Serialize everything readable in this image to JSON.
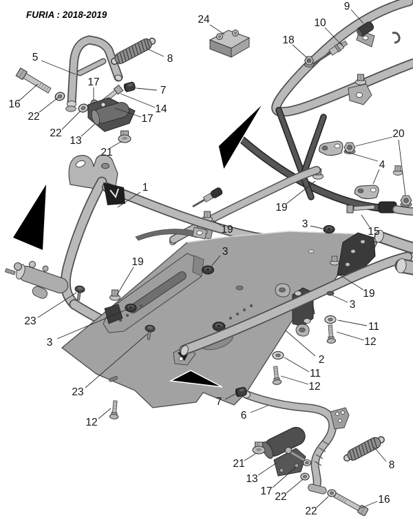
{
  "title": "FURIA : 2018-2019",
  "figure": {
    "type": "exploded-parts-diagram",
    "subject": "scooter frame and floor panel assembly",
    "visible_part_numbers": [
      "1",
      "2",
      "3",
      "4",
      "5",
      "6",
      "7",
      "8",
      "9",
      "10",
      "11",
      "12",
      "13",
      "14",
      "15",
      "16",
      "17",
      "18",
      "19",
      "20",
      "21",
      "22",
      "23",
      "24"
    ],
    "colors": {
      "background": "#ffffff",
      "metal_light": "#b9b9b9",
      "metal_mid": "#9f9f9f",
      "metal_dark": "#4a4a4a",
      "rubber_black": "#3d3d3d",
      "arrow_black": "#000000",
      "label_text": "#141414"
    },
    "callouts": [
      {
        "part": "5"
      },
      {
        "part": "16"
      },
      {
        "part": "22"
      },
      {
        "part": "17"
      },
      {
        "part": "22"
      },
      {
        "part": "13"
      },
      {
        "part": "7"
      },
      {
        "part": "14"
      },
      {
        "part": "17"
      },
      {
        "part": "21"
      },
      {
        "part": "8"
      },
      {
        "part": "24"
      },
      {
        "part": "9"
      },
      {
        "part": "10"
      },
      {
        "part": "18"
      },
      {
        "part": "20"
      },
      {
        "part": "4"
      },
      {
        "part": "19"
      },
      {
        "part": "15"
      },
      {
        "part": "3"
      },
      {
        "part": "19"
      },
      {
        "part": "1"
      },
      {
        "part": "19"
      },
      {
        "part": "3"
      },
      {
        "part": "23"
      },
      {
        "part": "3"
      },
      {
        "part": "19"
      },
      {
        "part": "3"
      },
      {
        "part": "11"
      },
      {
        "part": "12"
      },
      {
        "part": "2"
      },
      {
        "part": "11"
      },
      {
        "part": "12"
      },
      {
        "part": "23"
      },
      {
        "part": "12"
      },
      {
        "part": "7"
      },
      {
        "part": "6"
      },
      {
        "part": "21"
      },
      {
        "part": "13"
      },
      {
        "part": "17"
      },
      {
        "part": "22"
      },
      {
        "part": "22"
      },
      {
        "part": "16"
      },
      {
        "part": "8"
      }
    ]
  }
}
